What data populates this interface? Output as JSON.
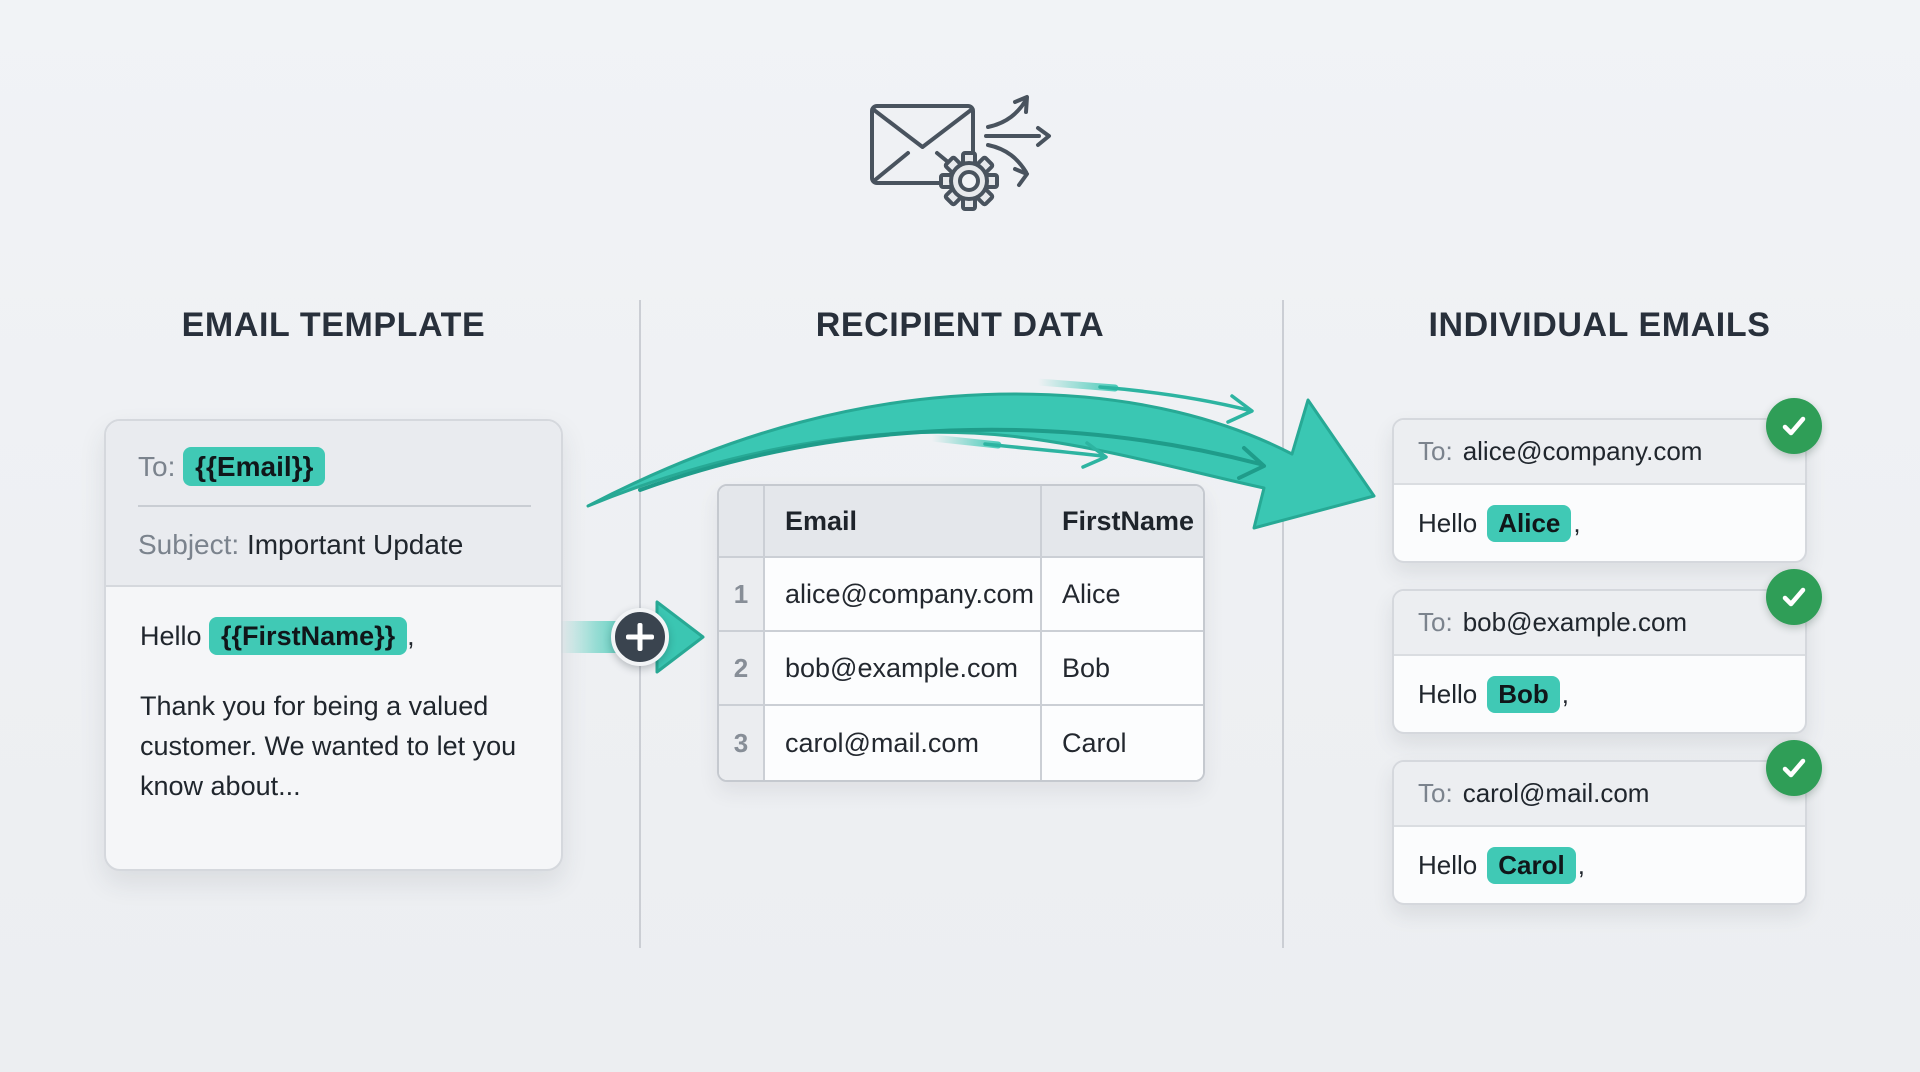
{
  "colors": {
    "accent_teal": "#40C9B5",
    "arrow_teal": "#3AC7B3",
    "success_green": "#2F9E57",
    "icon_slate": "#49535E",
    "heading": "#28303B"
  },
  "sections": {
    "template": {
      "title": "EMAIL TEMPLATE",
      "to_label": "To:",
      "to_variable": "{{Email}}",
      "subject_label": "Subject:",
      "subject_value": "Important Update",
      "greeting_prefix": "Hello",
      "greeting_variable": "{{FirstName}}",
      "greeting_suffix": ",",
      "body_text": "Thank you for being a valued customer. We wanted to let you know about..."
    },
    "recipients": {
      "title": "RECIPIENT DATA",
      "columns": [
        "Email",
        "FirstName"
      ],
      "rows": [
        {
          "num": "1",
          "email": "alice@company.com",
          "firstname": "Alice"
        },
        {
          "num": "2",
          "email": "bob@example.com",
          "firstname": "Bob"
        },
        {
          "num": "3",
          "email": "carol@mail.com",
          "firstname": "Carol"
        }
      ]
    },
    "individual": {
      "title": "INDIVIDUAL EMAILS",
      "emails": [
        {
          "to_label": "To:",
          "to_value": "alice@company.com",
          "greeting_prefix": "Hello",
          "name": "Alice",
          "greeting_suffix": ","
        },
        {
          "to_label": "To:",
          "to_value": "bob@example.com",
          "greeting_prefix": "Hello",
          "name": "Bob",
          "greeting_suffix": ","
        },
        {
          "to_label": "To:",
          "to_value": "carol@mail.com",
          "greeting_prefix": "Hello",
          "name": "Carol",
          "greeting_suffix": ","
        }
      ]
    }
  },
  "icons": {
    "header_icon": "mail-merge-icon",
    "plus_icon": "plus-icon",
    "merge_arrow": "merge-arrow-icon",
    "check_icon": "check-icon"
  }
}
